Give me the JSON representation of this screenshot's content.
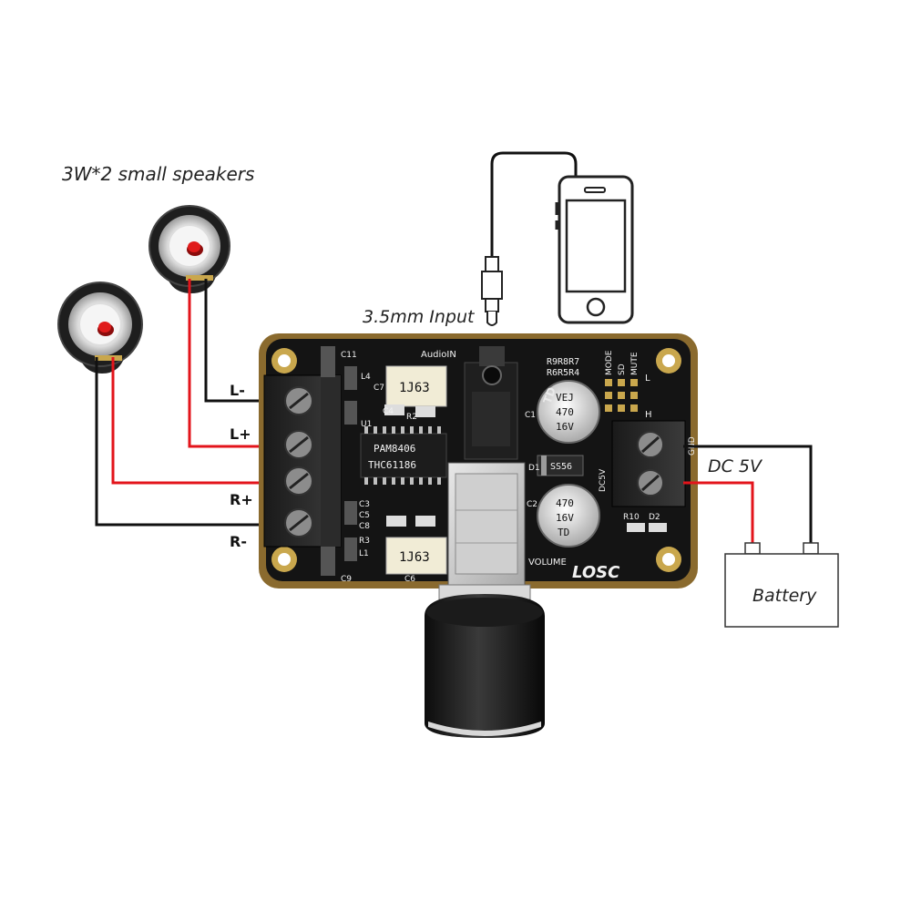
{
  "captions": {
    "speakers": "3W*2 small speakers",
    "input": "3.5mm Input",
    "power": "DC 5V",
    "battery": "Battery"
  },
  "terminal_labels": [
    "L-",
    "L+",
    "R+",
    "R-"
  ],
  "board": {
    "logo": "LOSC",
    "chip_line1": "PAM8406",
    "chip_line2": "THC61186",
    "audio_in": "AudioIN",
    "volume": "VOLUME",
    "resistor_row1": "R9R8R7",
    "resistor_row2": "R6R5R4",
    "mode_labels": [
      "MODE",
      "SD",
      "MUTE"
    ],
    "jumper_l": "L",
    "jumper_h": "H",
    "inductor_box": "1J63",
    "capacitor_values": [
      "TD",
      "VEJ",
      "470",
      "16V"
    ],
    "diode": "SS56",
    "power_marks": [
      "DC5V",
      "GND"
    ],
    "refs": [
      "C11",
      "L4",
      "C7",
      "C4",
      "R2",
      "U1",
      "C1",
      "D1",
      "C2",
      "C3",
      "C5",
      "C8",
      "R3",
      "L1",
      "C9",
      "C6",
      "R10",
      "D2"
    ]
  },
  "colors": {
    "wire_black": "#111111",
    "wire_red": "#e3141b",
    "pcb": "#141414",
    "pcb_edge": "#8a6a2e",
    "pad_gold": "#c9a74d"
  }
}
